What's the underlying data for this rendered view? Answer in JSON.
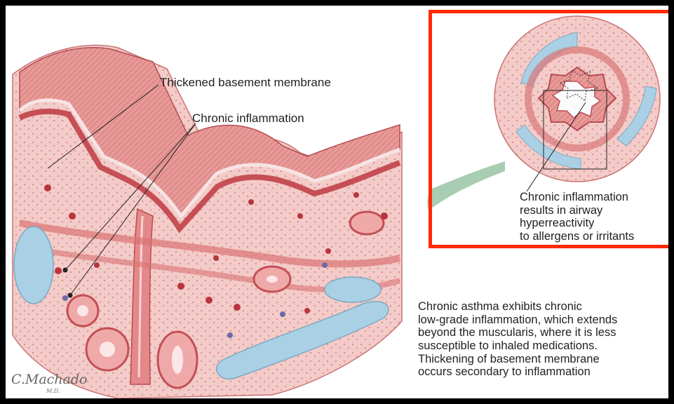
{
  "labels": {
    "basement": "Thickened basement membrane",
    "chronic": "Chronic inflammation"
  },
  "inset_caption": {
    "lines": [
      "Chronic inflammation",
      "results in airway",
      "hyperreactivity",
      "to allergens or irritants"
    ]
  },
  "description": {
    "lines": [
      "Chronic asthma exhibits chronic",
      "low-grade inflammation, which extends",
      "beyond the muscularis, where it is less",
      "susceptible to inhaled medications.",
      "Thickening of basement membrane",
      "occurs secondary to inflammation"
    ]
  },
  "signature": {
    "name": "C.Machado",
    "credential": "M.D."
  },
  "colors": {
    "frame": "#000000",
    "highlight": "#ff2a00",
    "tissue": "#f1c4c1",
    "mucosa": "#cf5f63",
    "vessel_lumen": "#a9d0e4",
    "arrow": "#a9cdb2"
  }
}
